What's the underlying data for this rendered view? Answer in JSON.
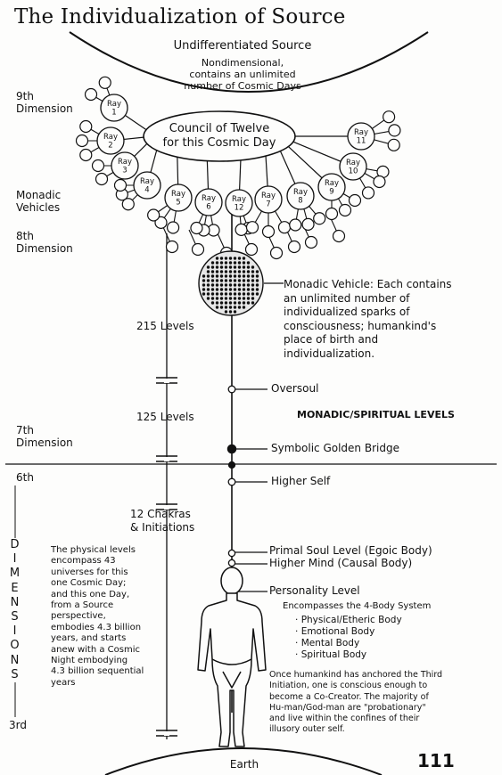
{
  "title": "The Individualization of Source",
  "source": {
    "label": "Undifferentiated Source",
    "desc": "Nondimensional,\ncontains an unlimited\nnumber of Cosmic Days"
  },
  "council": "Council of Twelve\nfor this Cosmic Day",
  "rays": [
    "Ray\n1",
    "Ray\n2",
    "Ray\n3",
    "Ray\n4",
    "Ray\n5",
    "Ray\n6",
    "Ray\n12",
    "Ray\n7",
    "Ray\n8",
    "Ray\n9",
    "Ray\n10",
    "Ray\n11"
  ],
  "dimensions": {
    "ninth": "9th\nDimension",
    "eighth": "8th\nDimension",
    "seventh": "7th\nDimension",
    "sixth": "6th",
    "third": "3rd",
    "vertical_word": [
      "D",
      "I",
      "M",
      "E",
      "N",
      "S",
      "I",
      "O",
      "N",
      "S"
    ]
  },
  "monadic_vehicles_label": "Monadic\nVehicles",
  "monadic_vehicle_desc": "Monadic Vehicle:  Each contains\nan unlimited number of\nindividualized sparks of\nconsciousness; humankind's\nplace of birth and\nindividualization.",
  "levels": {
    "l215": "215 Levels",
    "l125": "125 Levels",
    "chakras": "12 Chakras\n& Initiations"
  },
  "markers": {
    "oversoul": "Oversoul",
    "golden_bridge": "Symbolic Golden Bridge",
    "higher_self": "Higher Self",
    "primal_soul": "Primal Soul Level (Egoic Body)",
    "higher_mind": "Higher Mind (Causal Body)",
    "personality": "Personality Level"
  },
  "monadic_spiritual_levels": "MONADIC/SPIRITUAL LEVELS",
  "physical_levels_text": "The physical levels\nencompass 43\nuniverses for this\none Cosmic Day;\nand this one Day,\nfrom a Source\nperspective,\nembodies 4.3 billion\nyears, and starts\nanew with a Cosmic\nNight embodying\n4.3 billion sequential\nyears",
  "personality": {
    "encompasses": "Encompasses the 4-Body System",
    "bodies": [
      "Physical/Etheric Body",
      "Emotional Body",
      "Mental Body",
      "Spiritual Body"
    ]
  },
  "third_initiation_text": "Once humankind has anchored the Third\nInitiation, one is conscious enough to\nbecome a Co-Creator.  The majority of\nHu-man/God-man are \"probationary\"\nand live within the confines of their\nillusory outer self.",
  "earth": "Earth",
  "page_number": "111"
}
